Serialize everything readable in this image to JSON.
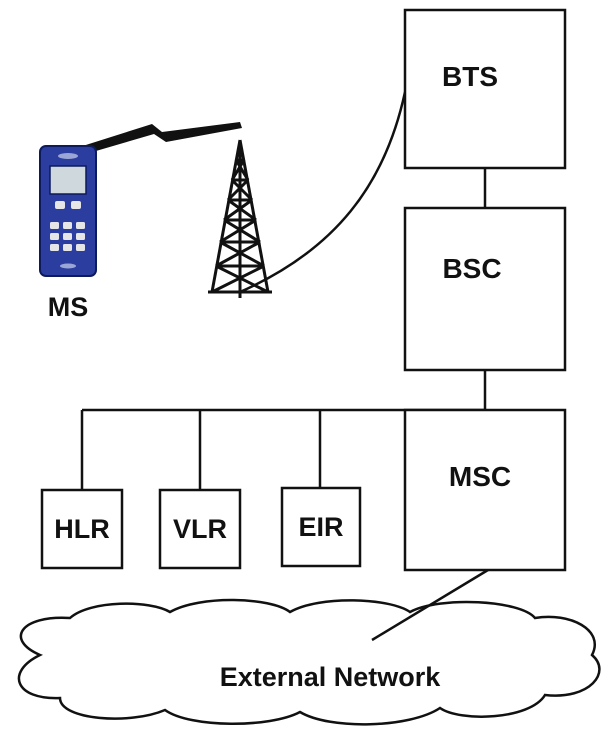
{
  "nodes": {
    "bts": "BTS",
    "bsc": "BSC",
    "msc": "MSC",
    "hlr": "HLR",
    "vlr": "VLR",
    "eir": "EIR",
    "ms": "MS",
    "external_network": "External Network"
  },
  "colors": {
    "line": "#111111",
    "phone_body": "#2b3d9e",
    "phone_screen": "#cfd8dc"
  },
  "icons": [
    "mobile-phone-icon",
    "lightning-bolt-icon",
    "antenna-tower-icon",
    "cloud-icon"
  ]
}
